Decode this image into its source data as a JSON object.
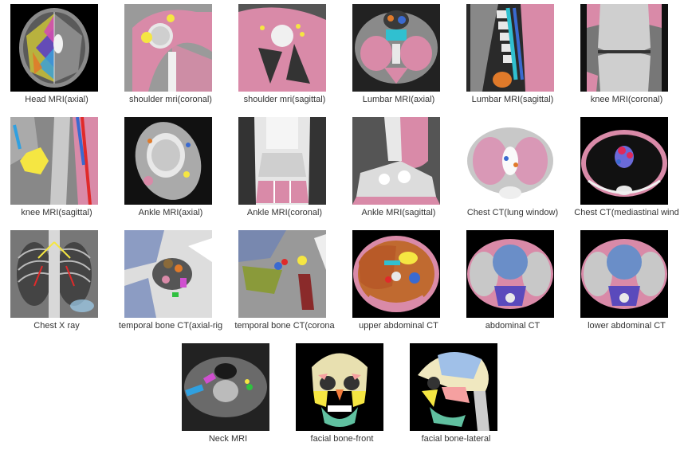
{
  "gallery": {
    "tiles": [
      {
        "label": "Head MRI(axial)",
        "icon": "head-mri-axial-icon"
      },
      {
        "label": "shoulder mri(coronal)",
        "icon": "shoulder-mri-coronal-icon"
      },
      {
        "label": "shoulder mri(sagittal)",
        "icon": "shoulder-mri-sagittal-icon"
      },
      {
        "label": "Lumbar MRI(axial)",
        "icon": "lumbar-mri-axial-icon"
      },
      {
        "label": "Lumbar MRI(sagittal)",
        "icon": "lumbar-mri-sagittal-icon"
      },
      {
        "label": "knee MRI(coronal)",
        "icon": "knee-mri-coronal-icon"
      },
      {
        "label": "knee MRI(sagittal)",
        "icon": "knee-mri-sagittal-icon"
      },
      {
        "label": "Ankle MRI(axial)",
        "icon": "ankle-mri-axial-icon"
      },
      {
        "label": "Ankle MRI(coronal)",
        "icon": "ankle-mri-coronal-icon"
      },
      {
        "label": "Ankle MRI(sagittal)",
        "icon": "ankle-mri-sagittal-icon"
      },
      {
        "label": "Chest CT(lung window)",
        "icon": "chest-ct-lung-icon"
      },
      {
        "label": "Chest CT(mediastinal wind",
        "icon": "chest-ct-mediastinal-icon"
      },
      {
        "label": "Chest X ray",
        "icon": "chest-xray-icon"
      },
      {
        "label": "temporal bone CT(axial-rig",
        "icon": "temporal-bone-axial-icon"
      },
      {
        "label": "temporal bone CT(corona",
        "icon": "temporal-bone-coronal-icon"
      },
      {
        "label": "upper abdominal CT",
        "icon": "upper-abdominal-ct-icon"
      },
      {
        "label": "abdominal CT",
        "icon": "abdominal-ct-icon"
      },
      {
        "label": "lower abdominal CT",
        "icon": "lower-abdominal-ct-icon"
      },
      {
        "label": "Neck MRI",
        "icon": "neck-mri-icon"
      },
      {
        "label": "facial bone-front",
        "icon": "facial-bone-front-icon"
      },
      {
        "label": "facial bone-lateral",
        "icon": "facial-bone-lateral-icon"
      }
    ]
  },
  "colors": {
    "muscle": "#d98aa8",
    "bone": "#e8e8e8",
    "fat": "#ffffff",
    "accent_yellow": "#f5e642",
    "background": "#000000"
  }
}
